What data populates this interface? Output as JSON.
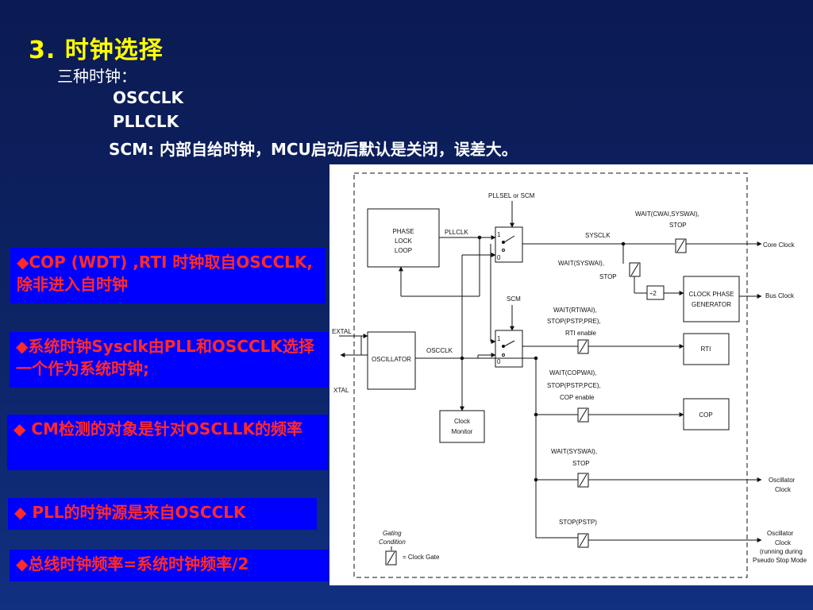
{
  "slide": {
    "title": "3. 时钟选择",
    "intro": "三种时钟：",
    "clk1": "OSCCLK",
    "clk2": "PLLCLK",
    "clk3": "SCM: 内部自给时钟，MCU启动后默认是关闭，误差大。"
  },
  "notes": [
    {
      "text": "◆COP (WDT) ,RTI 时钟取自OSCCLK,除非进入自时钟"
    },
    {
      "text": "◆系统时钟Sysclk由PLL和OSCCLK选择一个作为系统时钟;"
    },
    {
      "text": "◆ CM检测的对象是针对OSCLLK的频率"
    },
    {
      "text": "◆ PLL的时钟源是来自OSCCLK"
    },
    {
      "text": "◆总线时钟频率=系统时钟频率/2"
    }
  ],
  "colors": {
    "background": "#0d2466",
    "title": "#ffff00",
    "note_bg": "#0000ff",
    "note_text": "#ff2a2a"
  },
  "diagram": {
    "pll_line1": "PHASE",
    "pll_line2": "LOCK",
    "pll_line3": "LOOP",
    "pllclk": "PLLCLK",
    "pllsel": "PLLSEL or SCM",
    "sysclk": "SYSCLK",
    "wait_cwai_1": "WAIT(CWAI,SYSWAI),",
    "wait_cwai_2": "STOP",
    "core_clock": "Core Clock",
    "wait_syswai_1": "WAIT(SYSWAI),",
    "wait_syswai_2": "STOP",
    "div2": "÷2",
    "cpg_1": "CLOCK PHASE",
    "cpg_2": "GENERATOR",
    "bus_clock": "Bus Clock",
    "scm": "SCM",
    "rti_wait_1": "WAIT(RTIWAI),",
    "rti_wait_2": "STOP(PSTP,PRE),",
    "rti_wait_3": "RTI enable",
    "rti": "RTI",
    "extal": "EXTAL",
    "xtal": "XTAL",
    "oscillator": "OSCILLATOR",
    "oscclk": "OSCCLK",
    "cop_wait_1": "WAIT(COPWAI),",
    "cop_wait_2": "STOP(PSTP,PCE),",
    "cop_wait_3": "COP enable",
    "cop": "COP",
    "cm_1": "Clock",
    "cm_2": "Monitor",
    "osc_wait_1": "WAIT(SYSWAI),",
    "osc_wait_2": "STOP",
    "osc_clock_1": "Oscillator",
    "osc_clock_2": "Clock",
    "pstp_label": "STOP(PSTP)",
    "osc2_1": "Oscillator",
    "osc2_2": "Clock",
    "osc2_3": "(running during",
    "osc2_4": "Pseudo Stop Mode",
    "gating_1": "Gating",
    "gating_2": "Condition",
    "clock_gate": "= Clock Gate",
    "mux_1": "1",
    "mux_0": "0"
  }
}
